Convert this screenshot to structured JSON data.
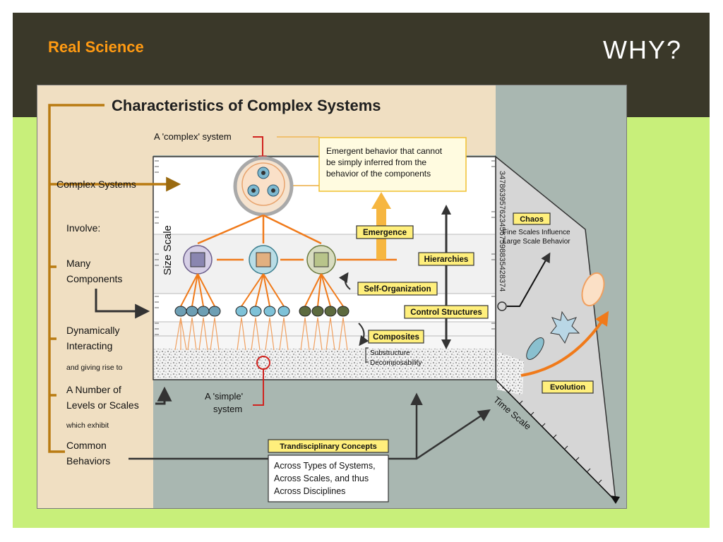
{
  "slide": {
    "section_label": "Real Science",
    "heading": "WHY?"
  },
  "diagram": {
    "title": "Characteristics of Complex Systems",
    "left_labels": {
      "complex_systems": "Complex Systems",
      "involve": "Involve:",
      "many": "Many",
      "components": "Components",
      "dynamically": "Dynamically",
      "interacting": "Interacting",
      "giving_rise": "and giving rise to",
      "a_number_of": "A Number of",
      "levels_or_scales": "Levels or Scales",
      "which_exhibit": "which exhibit",
      "common": "Common",
      "behaviors": "Behaviors"
    },
    "complex_system_label": "A 'complex' system",
    "emergent_box": [
      "Emergent behavior that cannot",
      "be simply inferred from the",
      "behavior of the components"
    ],
    "size_scale": "Size Scale",
    "number_strip": "3478639576234567598835428374",
    "boxes": {
      "emergence": "Emergence",
      "hierarchies": "Hierarchies",
      "self_organization": "Self-Organization",
      "control_structures": "Control Structures",
      "composites": "Composites",
      "chaos": "Chaos",
      "evolution": "Evolution",
      "transdisciplinary": "Trandisciplinary Concepts"
    },
    "composites_sub": [
      "Substructure",
      "Decomposability"
    ],
    "chaos_sub": [
      "Fine Scales Influence",
      "Large Scale Behavior"
    ],
    "simple_system_label": [
      "A 'simple'",
      "system"
    ],
    "time_scale": "Time Scale",
    "transdisciplinary_text": [
      "Across Types of Systems,",
      "Across Scales, and thus",
      "Across Disciplines"
    ]
  },
  "colors": {
    "header_bg": "#3a3829",
    "slide_green": "#c8ef7a",
    "brand_orange": "#ff9a12",
    "diagram_beige": "#f0dfc2",
    "diagram_gray": "#a9b7b1",
    "label_yellow": "#ffef7c",
    "arrow_orange": "#f07a1a",
    "bracket_brown": "#b97b12"
  }
}
